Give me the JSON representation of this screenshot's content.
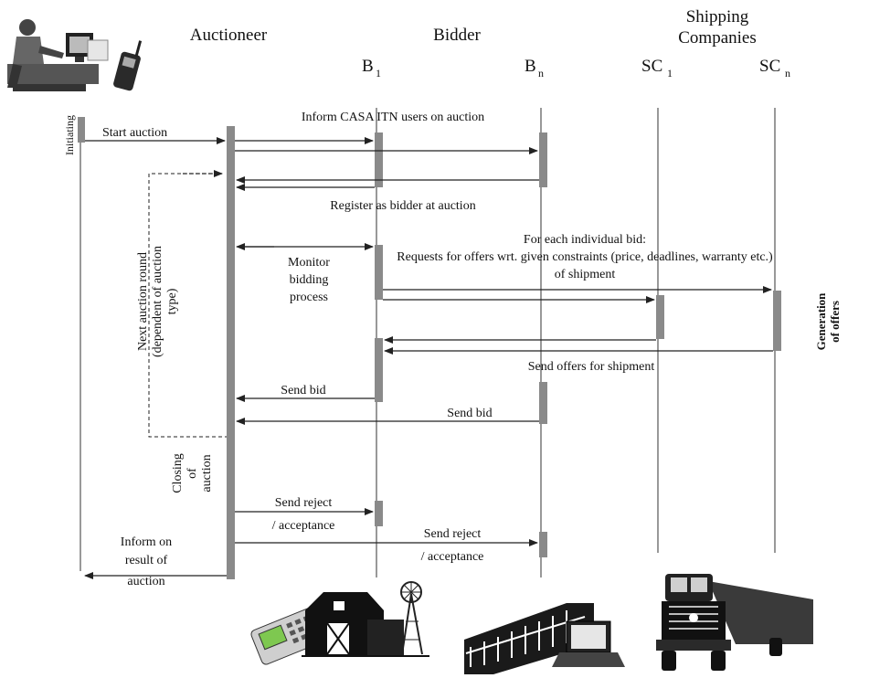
{
  "participants": {
    "auctioneer": "Auctioneer",
    "bidder_group": "Bidder",
    "b1": "B",
    "b1_sub": "1",
    "bn": "B",
    "bn_sub": "n",
    "shipping_line1": "Shipping",
    "shipping_line2": "Companies",
    "sc1": "SC",
    "sc1_sub": "1",
    "scn": "SC",
    "scn_sub": "n"
  },
  "phases": {
    "initiating": "Initiating",
    "next_round_line1": "Next auction round",
    "next_round_line2": "(dependent of auction",
    "next_round_line3": "type)",
    "closing_line1": "Closing",
    "closing_line2": "of",
    "closing_line3": "auction",
    "generation_line1": "Generation",
    "generation_line2": "of offers"
  },
  "messages": {
    "start_auction": "Start auction",
    "inform_users": "Inform CASA ITN users on auction",
    "register": "Register as bidder at auction",
    "monitor_line1": "Monitor",
    "monitor_line2": "bidding",
    "monitor_line3": "process",
    "requests_line1": "For each individual bid:",
    "requests_line2": "Requests for offers wrt. given constraints (price, deadlines, warranty etc.)",
    "requests_line3": "of shipment",
    "send_offers": "Send offers for shipment",
    "send_bid_1": "Send bid",
    "send_bid_n": "Send bid",
    "reject1_line1": "Send reject",
    "reject1_line2": "/ acceptance",
    "rejectn_line1": "Send reject",
    "rejectn_line2": "/ acceptance",
    "inform_result_line1": "Inform on",
    "inform_result_line2": "result of",
    "inform_result_line3": "auction"
  },
  "illustrations": [
    "person-at-computer",
    "mobile-phone",
    "handheld-device",
    "farm-barn",
    "windmill",
    "livestock-trailer",
    "laptop",
    "truck"
  ],
  "colors": {
    "activation": "#8a8a8a",
    "line": "#222222",
    "background": "#ffffff"
  }
}
